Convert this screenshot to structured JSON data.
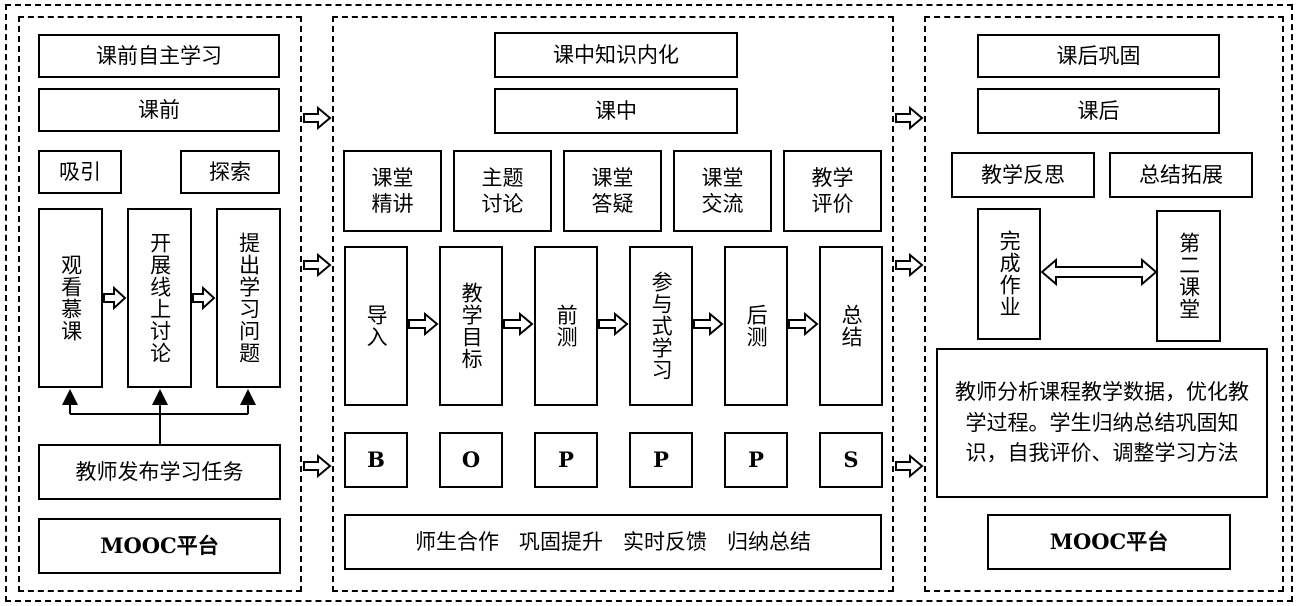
{
  "pre": {
    "title": "课前自主学习",
    "stage": "课前",
    "tags": [
      "吸引",
      "探索"
    ],
    "steps": [
      "观看慕课",
      "开展线上讨论",
      "提出学习问题"
    ],
    "task": "教师发布学习任务",
    "platform": "MOOC平台"
  },
  "mid": {
    "title": "课中知识内化",
    "stage": "课中",
    "modes": [
      "课堂\n精讲",
      "主题\n讨论",
      "课堂\n答疑",
      "课堂\n交流",
      "教学\n评价"
    ],
    "steps": [
      "导入",
      "教学目标",
      "前测",
      "参与式学习",
      "后测",
      "总结"
    ],
    "letters": [
      "B",
      "O",
      "P",
      "P",
      "P",
      "S"
    ],
    "summary": "师生合作   巩固提升   实时反馈   归纳总结"
  },
  "post": {
    "title": "课后巩固",
    "stage": "课后",
    "tags": [
      "教学反思",
      "总结拓展"
    ],
    "left_step": "完成作业",
    "right_step": "第二课堂",
    "description": "教师分析课程教学数据，优化教学过程。学生归纳总结巩固知识，自我评价、调整学习方法",
    "platform": "MOOC平台"
  }
}
